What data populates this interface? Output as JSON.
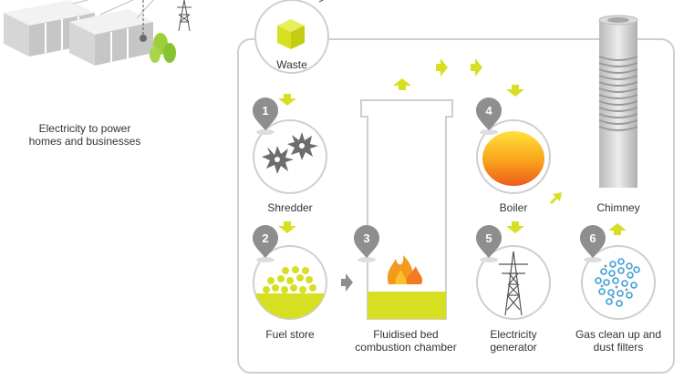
{
  "colors": {
    "accent": "#d7df23",
    "panel_border": "#cfcfcf",
    "marker": "#8e8e8e",
    "text": "#333333",
    "gear": "#6d6d6d",
    "flame": "#f39a1e",
    "filter_dots": "#3aa0d8",
    "tree": "#9ccf3a"
  },
  "intro": {
    "caption": "Electricity to power homes and businesses"
  },
  "steps": [
    {
      "number": "1",
      "label": "Shredder",
      "icon": "gears-icon"
    },
    {
      "number": "2",
      "label": "Fuel store",
      "icon": "fuel-pellets-icon"
    },
    {
      "number": "3",
      "label": "Fluidised bed combustion chamber",
      "icon": "flame-icon"
    },
    {
      "number": "4",
      "label": "Boiler",
      "icon": "boiler-icon"
    },
    {
      "number": "5",
      "label": "Electricity generator",
      "icon": "pylon-icon"
    },
    {
      "number": "6",
      "label": "Gas clean up and dust filters",
      "icon": "filter-particles-icon"
    }
  ],
  "waste": {
    "label": "Waste",
    "icon": "waste-cube-icon"
  },
  "chimney": {
    "label": "Chimney",
    "icon": "chimney-icon"
  }
}
